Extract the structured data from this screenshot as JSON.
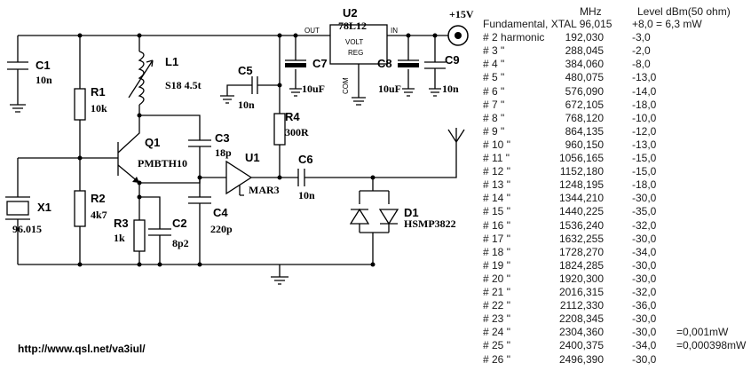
{
  "schematic": {
    "labels": {
      "c1": "C1",
      "c1_val": "10n",
      "r1": "R1",
      "r1_val": "10k",
      "l1": "L1",
      "l1_val": "S18 4.5t",
      "c5": "C5",
      "c5_val": "10n",
      "u2": "U2",
      "u2_val": "78L12",
      "reg_a": "VOLT",
      "reg_b": "REG",
      "out": "OUT",
      "in": "IN",
      "com": "COM",
      "supply": "+15V",
      "c7": "C7",
      "c7_val": "10uF",
      "c8": "C8",
      "c8_val": "10uF",
      "c9": "C9",
      "c9_val": "10n",
      "r4": "R4",
      "r4_val": "300R",
      "q1": "Q1",
      "q1_val": "PMBTH10",
      "c3": "C3",
      "c3_val": "18p",
      "u1": "U1",
      "u1_val": "MAR3",
      "c6": "C6",
      "c6_val": "10n",
      "r2": "R2",
      "r2_val": "4k7",
      "x1": "X1",
      "x1_val": "96.015",
      "r3": "R3",
      "r3_val": "1k",
      "c2": "C2",
      "c2_val": "8p2",
      "c4": "C4",
      "c4_val": "220p",
      "d1": "D1",
      "d1_val": "HSMP3822"
    }
  },
  "footer": {
    "url": "http://www.qsl.net/va3iul/"
  },
  "table": {
    "head_mhz": "MHz",
    "head_level": "Level  dBm(50 ohm)",
    "rows": [
      {
        "label": "Fundamental, XTAL  96,015",
        "mhz": "",
        "level": "+8,0 = 6,3 mW",
        "note": ""
      },
      {
        "label": "# 2 harmonic",
        "mhz": "192,030",
        "level": "-3,0",
        "note": ""
      },
      {
        "label": "# 3 \"",
        "mhz": "288,045",
        "level": "-2,0",
        "note": ""
      },
      {
        "label": "# 4 \"",
        "mhz": "384,060",
        "level": "-8,0",
        "note": ""
      },
      {
        "label": "# 5 \"",
        "mhz": "480,075",
        "level": "-13,0",
        "note": ""
      },
      {
        "label": "# 6 \"",
        "mhz": "576,090",
        "level": "-14,0",
        "note": ""
      },
      {
        "label": "# 7 \"",
        "mhz": "672,105",
        "level": "-18,0",
        "note": ""
      },
      {
        "label": "# 8 \"",
        "mhz": "768,120",
        "level": "-10,0",
        "note": ""
      },
      {
        "label": "# 9 \"",
        "mhz": "864,135",
        "level": "-12,0",
        "note": ""
      },
      {
        "label": "# 10 \"",
        "mhz": "960,150",
        "level": "-13,0",
        "note": ""
      },
      {
        "label": "# 11 \"",
        "mhz": "1056,165",
        "level": "-15,0",
        "note": ""
      },
      {
        "label": "# 12 \"",
        "mhz": "1152,180",
        "level": "-15,0",
        "note": ""
      },
      {
        "label": "# 13 \"",
        "mhz": "1248,195",
        "level": "-18,0",
        "note": ""
      },
      {
        "label": "# 14 \"",
        "mhz": "1344,210",
        "level": "-30,0",
        "note": ""
      },
      {
        "label": "# 15 \"",
        "mhz": "1440,225",
        "level": "-35,0",
        "note": ""
      },
      {
        "label": "# 16 \"",
        "mhz": "1536,240",
        "level": "-32,0",
        "note": ""
      },
      {
        "label": "# 17 \"",
        "mhz": "1632,255",
        "level": "-30,0",
        "note": ""
      },
      {
        "label": "# 18 \"",
        "mhz": "1728,270",
        "level": "-34,0",
        "note": ""
      },
      {
        "label": "# 19 \"",
        "mhz": "1824,285",
        "level": "-30,0",
        "note": ""
      },
      {
        "label": "# 20 \"",
        "mhz": "1920,300",
        "level": "-30,0",
        "note": ""
      },
      {
        "label": "# 21 \"",
        "mhz": "2016,315",
        "level": "-32,0",
        "note": ""
      },
      {
        "label": "# 22 \"",
        "mhz": "2112,330",
        "level": "-36,0",
        "note": ""
      },
      {
        "label": "# 23 \"",
        "mhz": "2208,345",
        "level": "-30,0",
        "note": ""
      },
      {
        "label": "# 24 \"",
        "mhz": "2304,360",
        "level": "-30,0",
        "note": "=0,001mW"
      },
      {
        "label": "# 25 \"",
        "mhz": "2400,375",
        "level": "-34,0",
        "note": "=0,000398mW"
      },
      {
        "label": "# 26 \"",
        "mhz": "2496,390",
        "level": "-30,0",
        "note": ""
      }
    ]
  }
}
